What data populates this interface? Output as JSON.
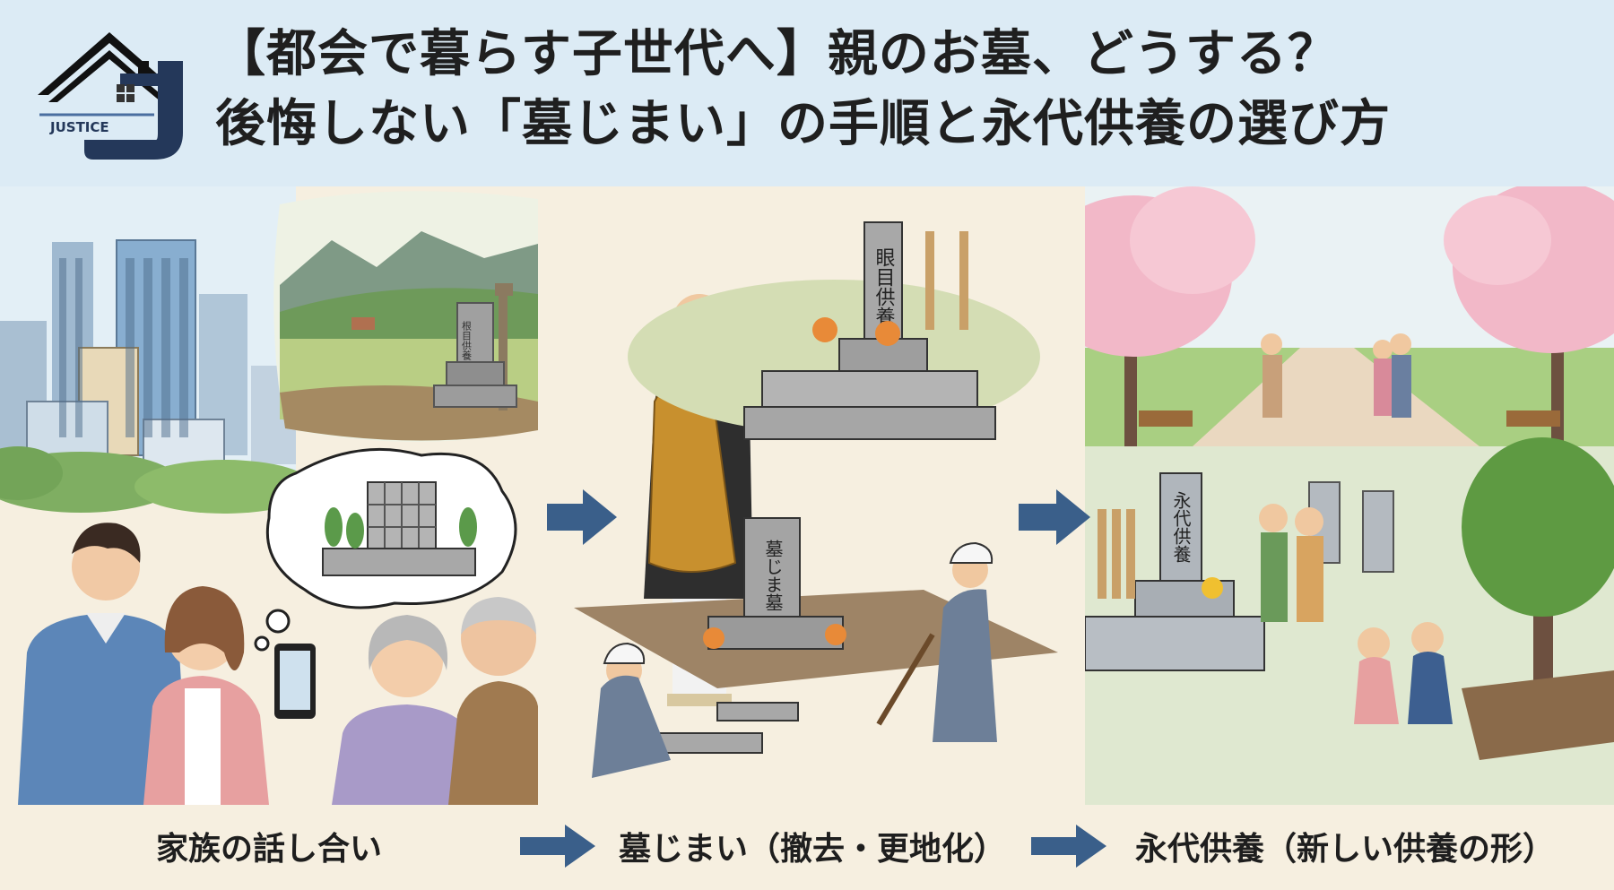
{
  "header": {
    "logo_text": "JUSTICE",
    "title_line1": "【都会で暮らす子世代へ】親のお墓、どうする？",
    "title_line2": "後悔しない「墓じまい」の手順と永代供養の選び方"
  },
  "scenes": {
    "rural_grave_inscription": "根目供養",
    "kaigen_grave_inscription": "眼目供養",
    "closing_grave_inscription": "墓じま墓",
    "eitai_grave_inscription": "永代供養"
  },
  "captions": {
    "step1": "家族の話し合い",
    "step2": "墓じまい（撤去・更地化）",
    "step3": "永代供養（新しい供養の形）"
  },
  "colors": {
    "header_bg": "#dcebf5",
    "arrow": "#3a5f8a",
    "logo_navy": "#24385a",
    "blossom": "#f2b8c8"
  },
  "icons": [
    "house-logo-icon",
    "arrow-right-icon"
  ]
}
